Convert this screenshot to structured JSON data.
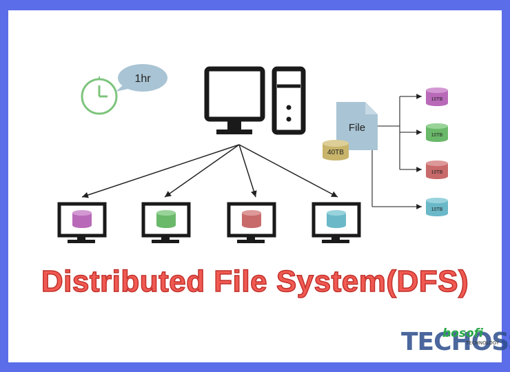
{
  "diagram": {
    "timer_label": "1hr",
    "file_label": "File",
    "file_size_label": "40TB",
    "chunks": [
      {
        "label": "10TB",
        "color": "#b86ab8"
      },
      {
        "label": "10TB",
        "color": "#6ab86a"
      },
      {
        "label": "10TB",
        "color": "#c86a6a"
      },
      {
        "label": "10TB",
        "color": "#6ab8c8"
      }
    ],
    "client_disk_colors": [
      "#b86ab8",
      "#6ab86a",
      "#c86a6a",
      "#6ab8c8"
    ],
    "colors": {
      "frame": "#5b6de8",
      "clock": "#7cc47c",
      "speech_bubble": "#a9c4d4",
      "file_doc": "#a9c4d4",
      "file_disk": "#c8b46a"
    }
  },
  "title": "Distributed File System(DFS)",
  "watermark": {
    "main": "TECHOSS",
    "accent": "bosofi",
    "sub": "TECHNOLOGY"
  }
}
